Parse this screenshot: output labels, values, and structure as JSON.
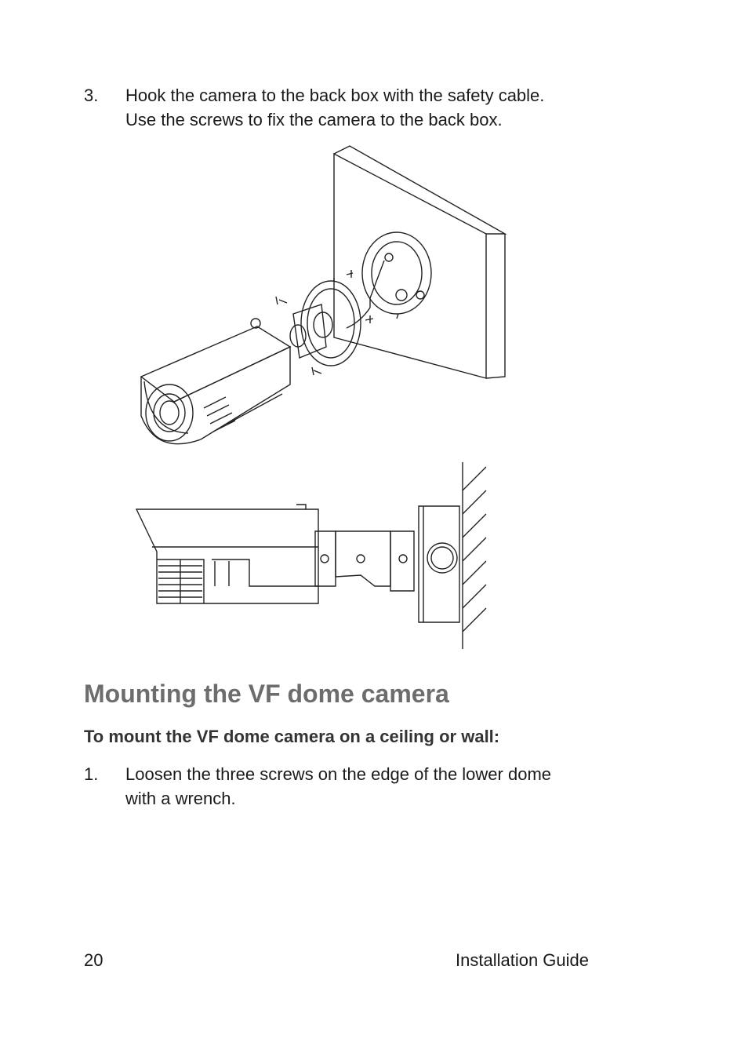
{
  "step3": {
    "number": "3.",
    "line1": "Hook the camera to the back box with the safety cable.",
    "line2": "Use the screws to fix the camera to the back box."
  },
  "section_heading": "Mounting the VF dome camera",
  "subheading": "To mount the VF dome camera on a ceiling or wall:",
  "step1": {
    "number": "1.",
    "line1": "Loosen the three screws on the edge of the lower dome",
    "line2": "with a wrench."
  },
  "footer": {
    "page_number": "20",
    "title": "Installation Guide"
  },
  "colors": {
    "heading": "#6d6d6d",
    "text": "#1a1a1a"
  },
  "figures": {
    "top": "camera-backbox-isometric-illustration",
    "bottom": "camera-wall-mount-side-view-illustration"
  }
}
